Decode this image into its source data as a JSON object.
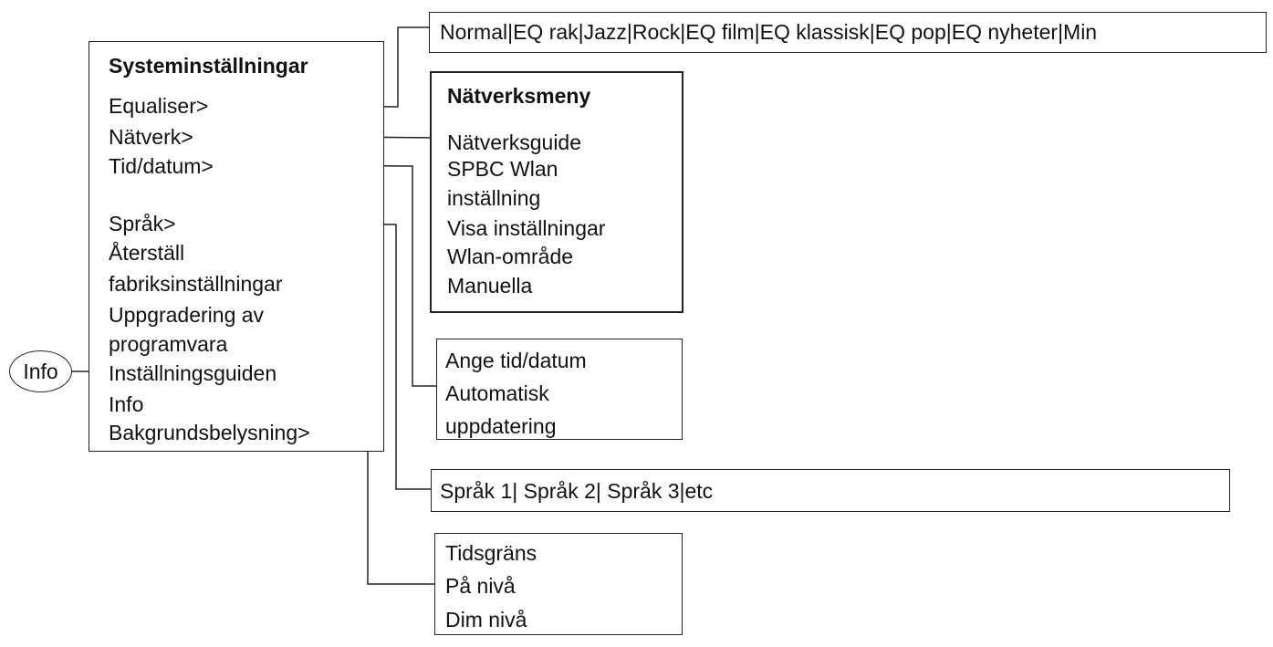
{
  "info_node": {
    "label": "Info"
  },
  "system_menu": {
    "title": "Systeminställningar",
    "items": [
      "Equaliser>",
      "Nätverk>",
      "Tid/datum>",
      "Språk>",
      "Återställ",
      "fabriksinställningar",
      "Uppgradering av",
      "programvara",
      "Inställningsguiden",
      "Info",
      "Bakgrundsbelysning>"
    ]
  },
  "equaliser_options": {
    "text": "Normal|EQ rak|Jazz|Rock|EQ film|EQ klassisk|EQ pop|EQ nyheter|Min"
  },
  "network_menu": {
    "title": "Nätverksmeny",
    "items": [
      "Nätverksguide",
      "SPBC Wlan",
      "inställning",
      "Visa inställningar",
      "Wlan-område",
      "Manuella"
    ]
  },
  "time_menu": {
    "items": [
      "Ange tid/datum",
      "Automatisk",
      "uppdatering"
    ]
  },
  "language_options": {
    "text": "Språk 1| Språk 2| Språk 3|etc"
  },
  "backlight_menu": {
    "items": [
      "Tidsgräns",
      "På nivå",
      "Dim nivå"
    ]
  }
}
